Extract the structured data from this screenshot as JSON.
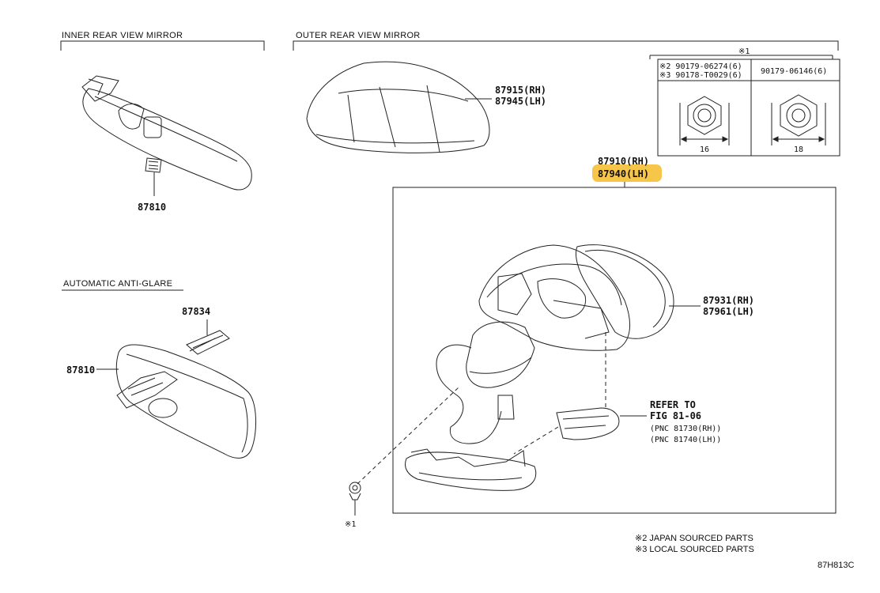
{
  "sections": {
    "inner": "INNER REAR VIEW MIRROR",
    "outer": "OUTER REAR VIEW MIRROR",
    "auto": "AUTOMATIC ANTI-GLARE"
  },
  "parts": {
    "p87810_top": "87810",
    "p87810_left": "87810",
    "p87834": "87834",
    "p87915": "87915(RH)",
    "p87945": "87945(LH)",
    "p87910": "87910(RH)",
    "p87940": "87940(LH)",
    "p87931": "87931(RH)",
    "p87961": "87961(LH)"
  },
  "highlight_color": "#f6c64a",
  "nut_table": {
    "header_ref": "※1",
    "col1_line1": "※2 90179-06274(6)",
    "col1_line2": "※3 90178-T0029(6)",
    "col2": "90179-06146(6)",
    "dim1": "16",
    "dim2": "18"
  },
  "refer": {
    "line1": "REFER TO",
    "line2": "FIG 81-06",
    "line3": "(PNC 81730(RH))",
    "line4": "(PNC 81740(LH))"
  },
  "bolt_ref": "※1",
  "notes": {
    "n2": "※2 JAPAN SOURCED PARTS",
    "n3": "※3 LOCAL SOURCED PARTS"
  },
  "fig_code": "87H813C"
}
